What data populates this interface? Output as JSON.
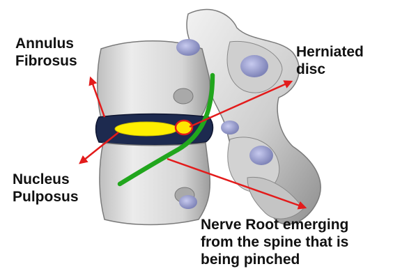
{
  "labels": {
    "annulus_line1": "Annulus",
    "annulus_line2": "Fibrosus",
    "herniated_line1": "Herniated",
    "herniated_line2": "disc",
    "nucleus_line1": "Nucleus",
    "nucleus_line2": "Pulposus",
    "nerve_line1": "Nerve Root emerging",
    "nerve_line2": "from the spine that is",
    "nerve_line3": "being pinched"
  },
  "colors": {
    "bone": "#d8d8d8",
    "bone_shadow": "#8e8e8e",
    "cartilage": "#9a9ecf",
    "disc": "#1d2a4f",
    "nucleus": "#ffef00",
    "herniation": "#ffe400",
    "nerve": "#21a61d",
    "arrow": "#e31b1b"
  }
}
